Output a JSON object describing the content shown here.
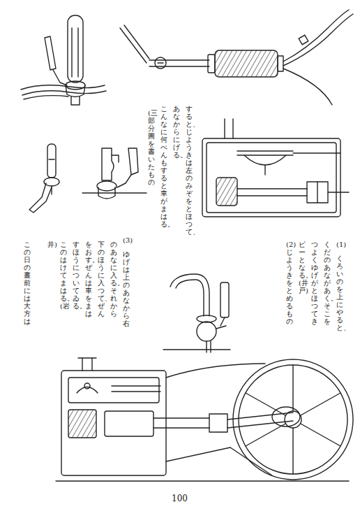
{
  "diagram": {
    "labels": [
      "すると、じようきは左のみぞをとほつて、",
      "あなからにげる。",
      "こんなに何べんもすると車がまはる。",
      "(三部分圖を書いたもの",
      "(1)",
      "くろいのを上にやると、",
      "くだのあながあく。そこを",
      "つよくゆげがとほつてき",
      "ピーとなる。(井戸)",
      "(2)じようきをとめるもの",
      "(3)",
      "ゆげは上のあなから右",
      "のあなに入る。それから",
      "下のほうに入つて、ぜん",
      "をおす。ぜんは車をまは",
      "すほうについてゐる。",
      "このはけてまはる。(岩",
      "井)",
      "この日の晝前には大方は",
      "100"
    ]
  }
}
